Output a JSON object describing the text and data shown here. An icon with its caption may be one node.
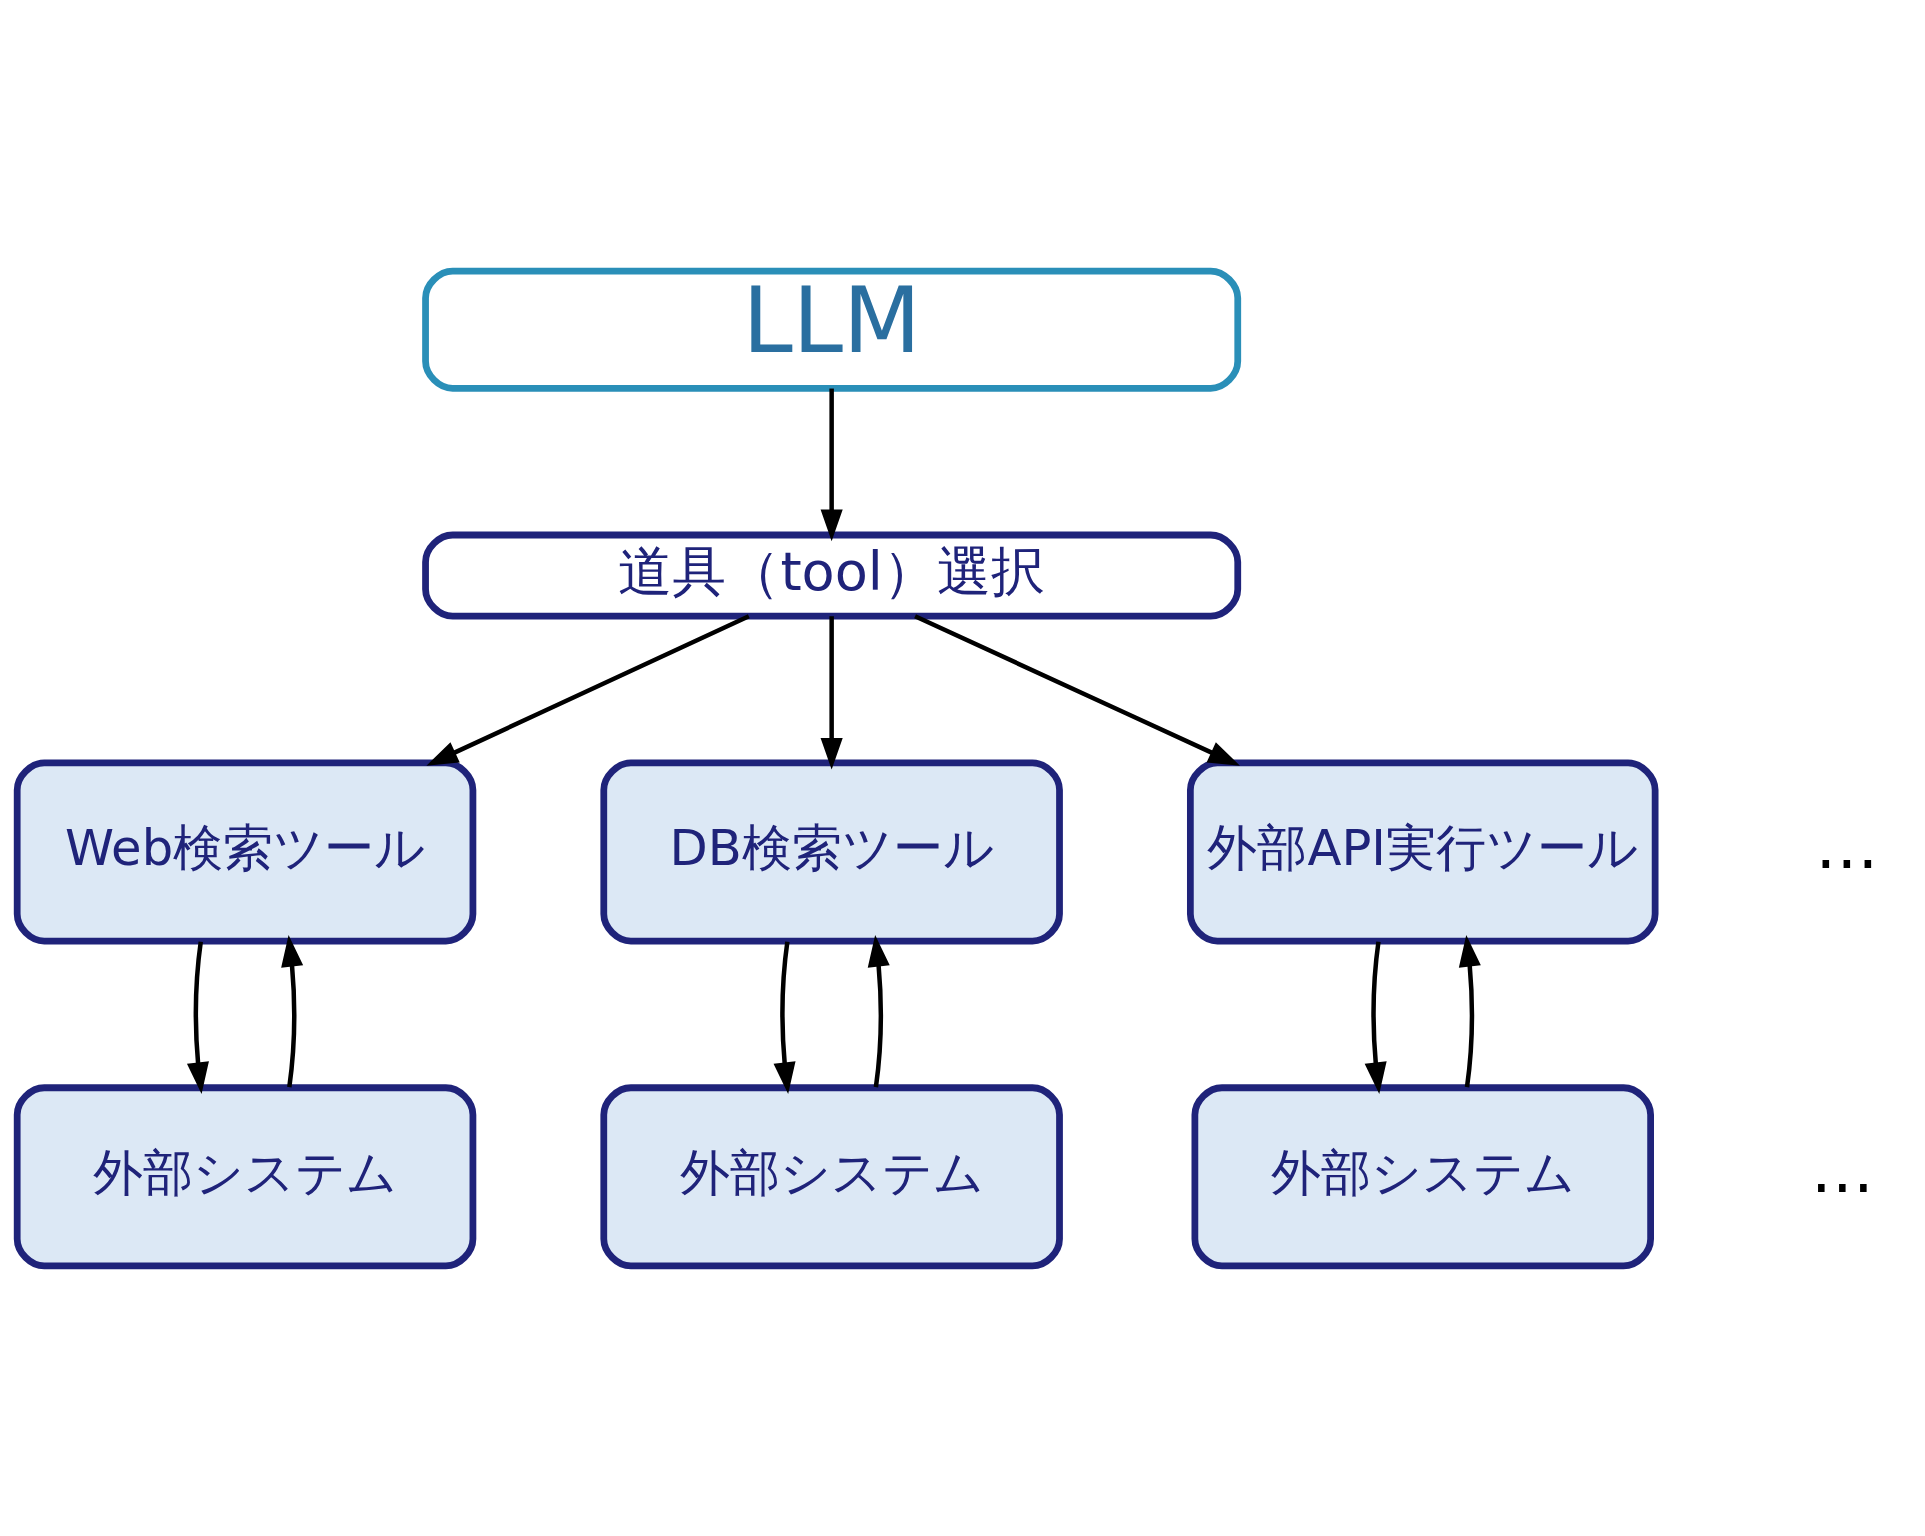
{
  "diagram": {
    "nodes": [
      {
        "text": [
          "LLM"
        ]
      },
      {
        "text": [
          "道具（tool）選択"
        ]
      },
      {
        "text": [
          "Web検索ツール"
        ]
      },
      {
        "text": [
          "DB検索ツール"
        ]
      },
      {
        "text": [
          "外部API実行ツール"
        ]
      },
      {
        "text": [
          "外部システム"
        ]
      },
      {
        "text": [
          "外部システム"
        ]
      },
      {
        "text": [
          "外部システム"
        ]
      }
    ],
    "edges": [
      {
        "from": 0,
        "to": 1,
        "arrow": "to"
      },
      {
        "from": 1,
        "to": 2,
        "arrow": "to"
      },
      {
        "from": 1,
        "to": 3,
        "arrow": "to"
      },
      {
        "from": 1,
        "to": 4,
        "arrow": "to"
      },
      {
        "from": 2,
        "to": 5,
        "arrow": "to"
      },
      {
        "from": 5,
        "to": 2,
        "arrow": "to"
      },
      {
        "from": 3,
        "to": 6,
        "arrow": "to"
      },
      {
        "from": 6,
        "to": 3,
        "arrow": "to"
      },
      {
        "from": 4,
        "to": 7,
        "arrow": "to"
      },
      {
        "from": 7,
        "to": 4,
        "arrow": "to"
      }
    ],
    "labels": [
      "…",
      "…"
    ]
  }
}
